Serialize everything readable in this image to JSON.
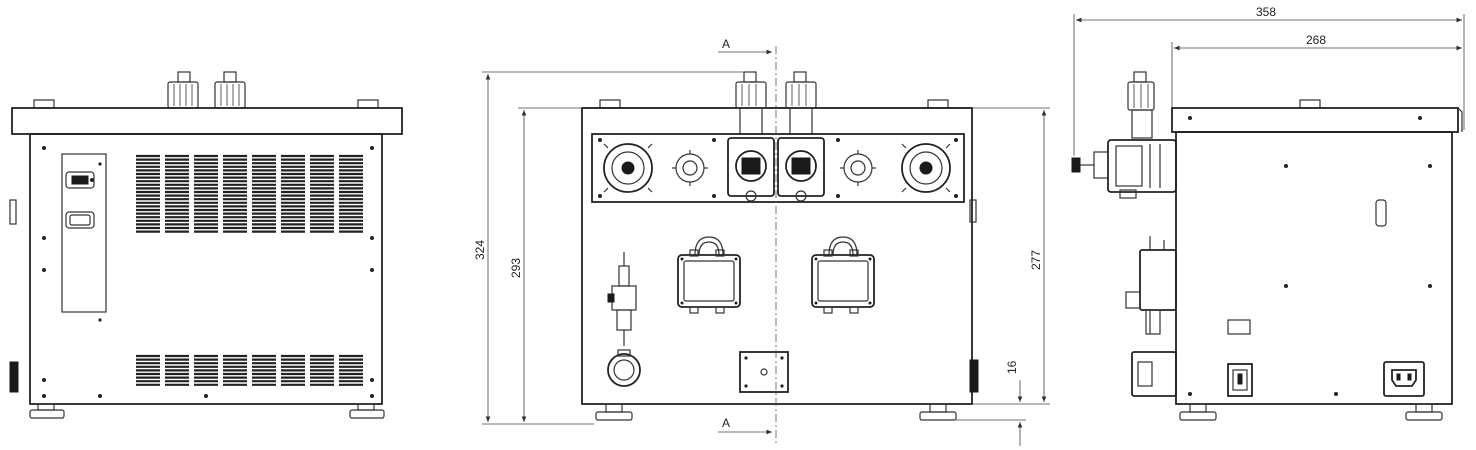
{
  "dimensions": {
    "overall_height": "324",
    "body_height": "293",
    "side_height": "277",
    "foot_height": "16",
    "overall_depth": "358",
    "body_depth": "268"
  },
  "section_marker": {
    "top_label": "A",
    "bottom_label": "A"
  },
  "colors": {
    "line": "#333333",
    "background": "#ffffff"
  }
}
